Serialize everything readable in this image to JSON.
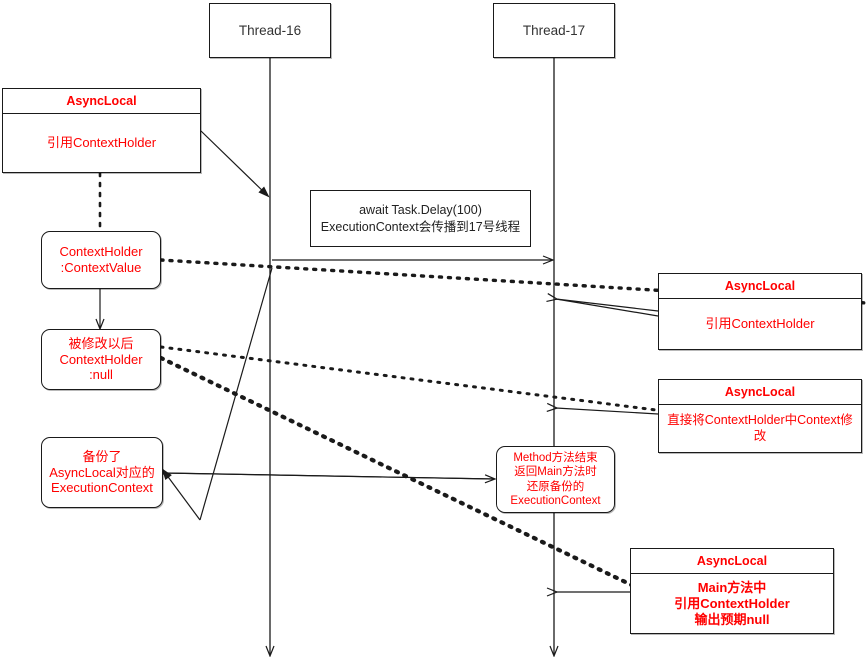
{
  "diagram": {
    "title": "AsyncLocal ExecutionContext flow",
    "accent_color": "#ff0000",
    "line_color": "#1a1a1a",
    "text_color": "#333333"
  },
  "lifelines": [
    {
      "name": "thread-16",
      "label": "Thread-16"
    },
    {
      "name": "thread-17",
      "label": "Thread-17"
    }
  ],
  "header_label": "AsyncLocal",
  "boxes": {
    "asynclocal_left": {
      "header": "AsyncLocal",
      "body": "引用ContextHolder"
    },
    "context_holder": {
      "body": "ContextHolder\n:ContextValue"
    },
    "modified_holder": {
      "body": "被修改以后\nContextHolder\n:null"
    },
    "backup_context": {
      "body": "备份了\nAsyncLocal对应的\nExecutionContext"
    },
    "await_note": {
      "body": "await Task.Delay(100)\nExecutionContext会传播到17号线程"
    },
    "method_restore": {
      "body": "Method方法结束\n返回Main方法时\n还原备份的\nExecutionContext"
    },
    "asynclocal_right_top": {
      "header": "AsyncLocal",
      "body": "引用ContextHolder"
    },
    "asynclocal_right_mid": {
      "header": "AsyncLocal",
      "body": "直接将ContextHolder中Context修改"
    },
    "asynclocal_right_bottom": {
      "header": "AsyncLocal",
      "body": "Main方法中\n引用ContextHolder\n输出预期null"
    }
  }
}
